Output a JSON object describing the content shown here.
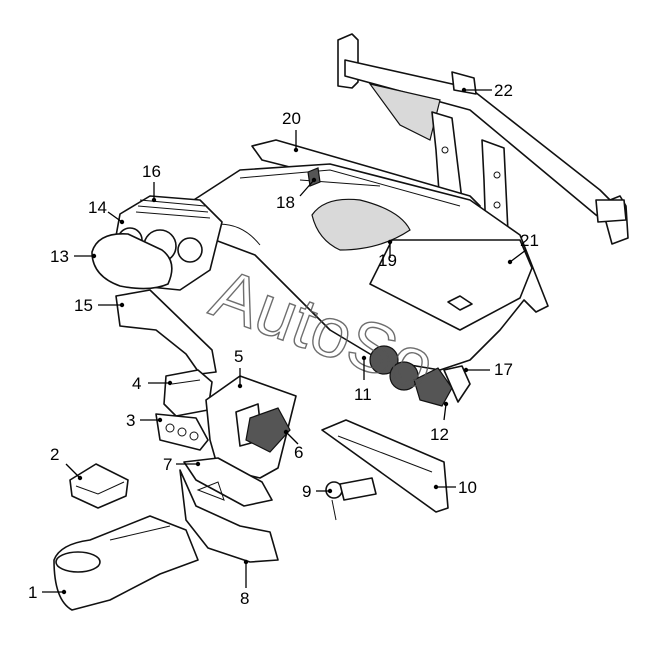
{
  "diagram": {
    "labels": [
      "1",
      "2",
      "3",
      "4",
      "5",
      "6",
      "7",
      "8",
      "9",
      "10",
      "11",
      "12",
      "13",
      "14",
      "15",
      "16",
      "17",
      "18",
      "19",
      "20",
      "21",
      "22"
    ],
    "watermark": "AutoSo"
  }
}
